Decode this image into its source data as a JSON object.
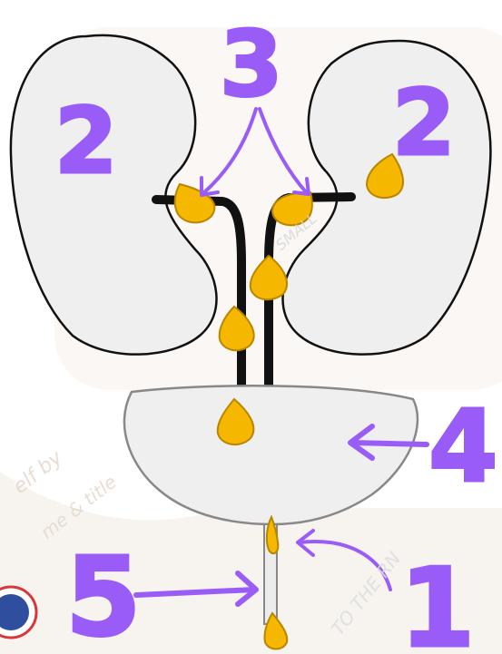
{
  "labels": {
    "kidney_left": "2",
    "kidney_right": "2",
    "ureters": "3",
    "bladder": "4",
    "urethra": "5",
    "outflow": "1"
  },
  "watermarks": {
    "self_by": "elf by",
    "name_title": "me & title",
    "to_the_rn": "TO THE RN",
    "small": "SMALL"
  },
  "colors": {
    "label_purple": "#9a5cf6",
    "droplet": "#f5b700",
    "organ_fill": "#efefef",
    "tube": "#111111"
  }
}
